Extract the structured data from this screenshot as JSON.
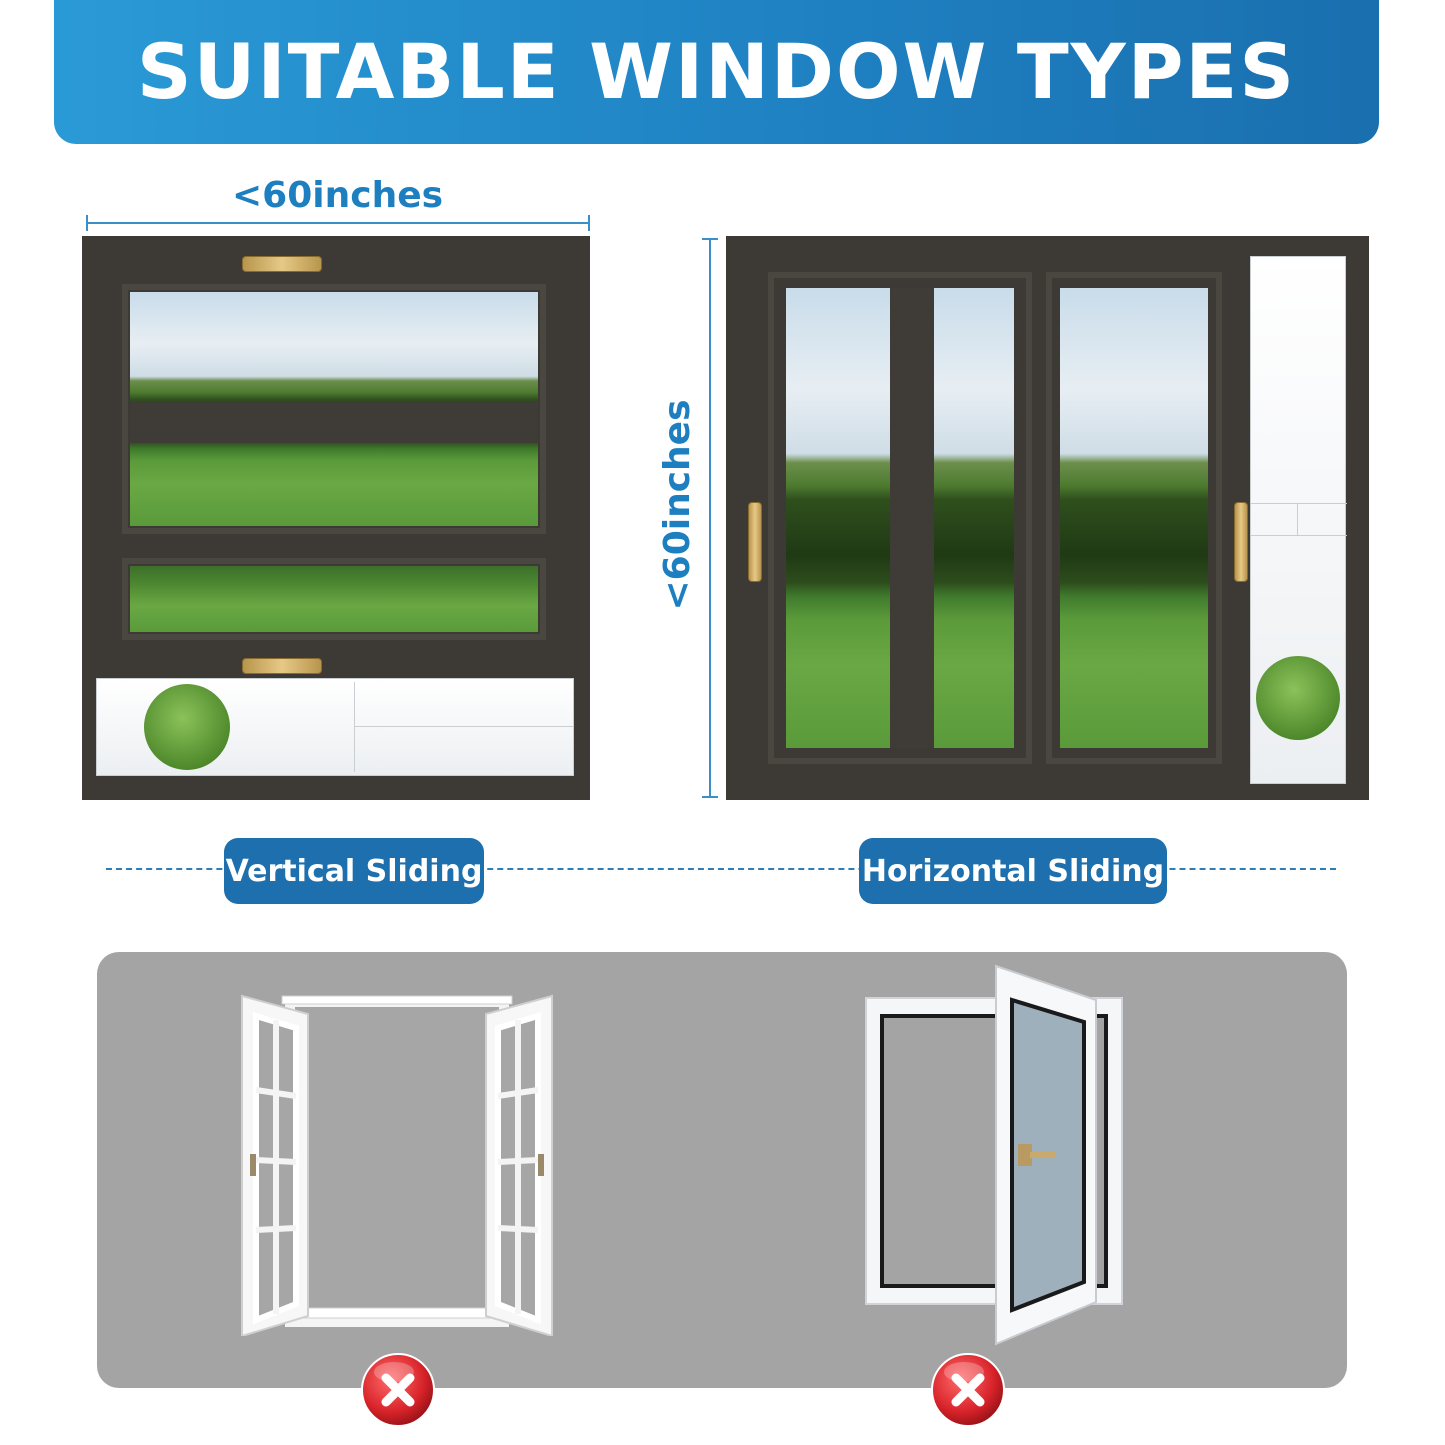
{
  "header": {
    "title": "SUITABLE WINDOW TYPES"
  },
  "dimensions": {
    "width_label": "<60inches",
    "height_label": "<60inches"
  },
  "labels": {
    "vertical": "Vertical Sliding",
    "horizontal": "Horizontal Sliding"
  },
  "colors": {
    "banner_blue": "#1f82c3",
    "label_blue": "#1d6fad",
    "dimension_blue": "#1e7fc0",
    "frame_dark": "#3d3a35",
    "panel_gray": "#a4a4a4",
    "not_suitable_red": "#d8232a"
  },
  "icons": {
    "not_suitable_1": "close-circle-icon",
    "not_suitable_2": "close-circle-icon"
  }
}
